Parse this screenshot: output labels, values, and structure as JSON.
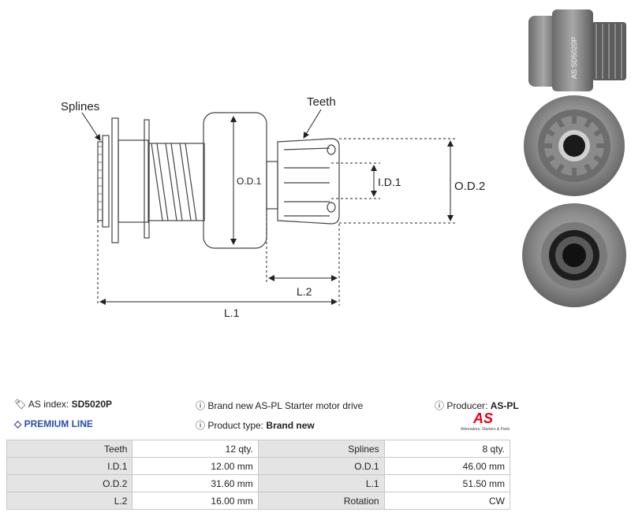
{
  "drawing": {
    "labels": {
      "splines": "Splines",
      "teeth": "Teeth",
      "od1": "O.D.1",
      "id1": "I.D.1",
      "od2": "O.D.2",
      "l2": "L.2",
      "l1": "L.1"
    },
    "photo_text": "AS SD5020P"
  },
  "header": {
    "index_label": "AS index:",
    "index_value": "SD5020P",
    "premium": "PREMIUM LINE",
    "description": "Brand new AS-PL Starter motor drive",
    "product_type_label": "Product type:",
    "product_type_value": "Brand new",
    "producer_label": "Producer:",
    "producer_value": "AS-PL",
    "logo_text": "AS",
    "logo_tagline": "Alternators, Starters & Parts"
  },
  "specs": [
    {
      "k1": "Teeth",
      "v1": "12 qty.",
      "k2": "Splines",
      "v2": "8 qty."
    },
    {
      "k1": "I.D.1",
      "v1": "12.00 mm",
      "k2": "O.D.1",
      "v2": "46.00 mm"
    },
    {
      "k1": "O.D.2",
      "v1": "31.60 mm",
      "k2": "L.1",
      "v2": "51.50 mm"
    },
    {
      "k1": "L.2",
      "v1": "16.00 mm",
      "k2": "Rotation",
      "v2": "CW"
    }
  ],
  "colors": {
    "premium": "#2a4ea6",
    "logo_red": "#e3001b",
    "cell_key_bg": "#e4e4e4"
  }
}
